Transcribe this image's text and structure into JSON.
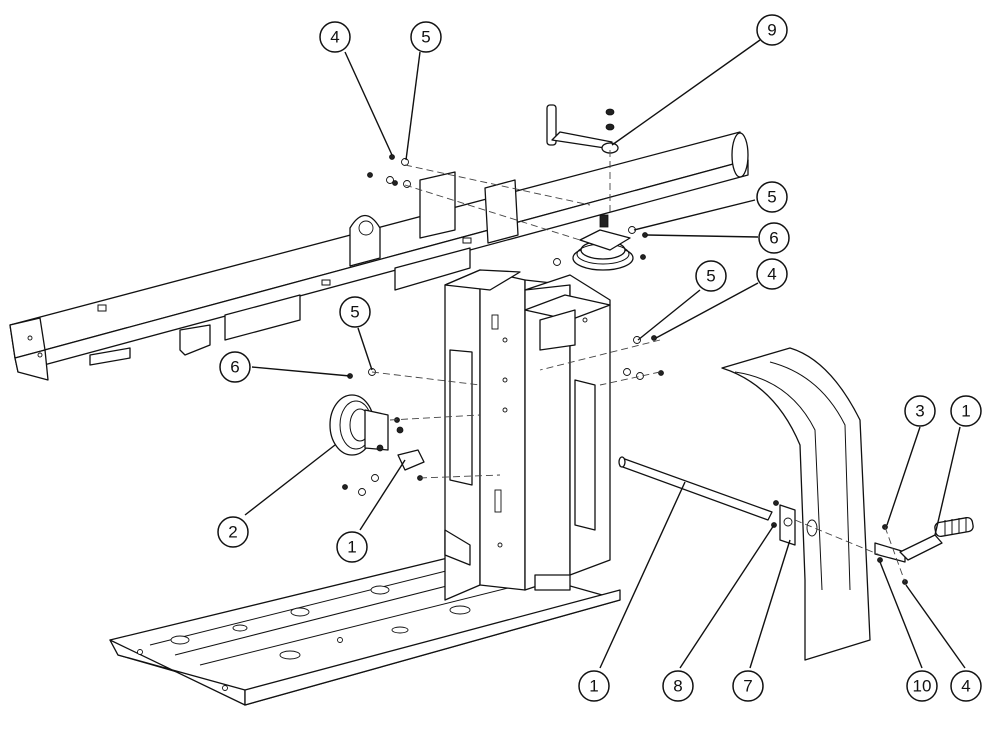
{
  "callouts": [
    {
      "id": "c1",
      "label": "4"
    },
    {
      "id": "c2",
      "label": "5"
    },
    {
      "id": "c3",
      "label": "9"
    },
    {
      "id": "c4",
      "label": "5"
    },
    {
      "id": "c5",
      "label": "6"
    },
    {
      "id": "c6",
      "label": "5"
    },
    {
      "id": "c7",
      "label": "4"
    },
    {
      "id": "c8",
      "label": "5"
    },
    {
      "id": "c9",
      "label": "6"
    },
    {
      "id": "c10",
      "label": "3"
    },
    {
      "id": "c11",
      "label": "1"
    },
    {
      "id": "c12",
      "label": "2"
    },
    {
      "id": "c13",
      "label": "1"
    },
    {
      "id": "c14",
      "label": "1"
    },
    {
      "id": "c15",
      "label": "8"
    },
    {
      "id": "c16",
      "label": "7"
    },
    {
      "id": "c17",
      "label": "10"
    },
    {
      "id": "c18",
      "label": "4"
    }
  ]
}
